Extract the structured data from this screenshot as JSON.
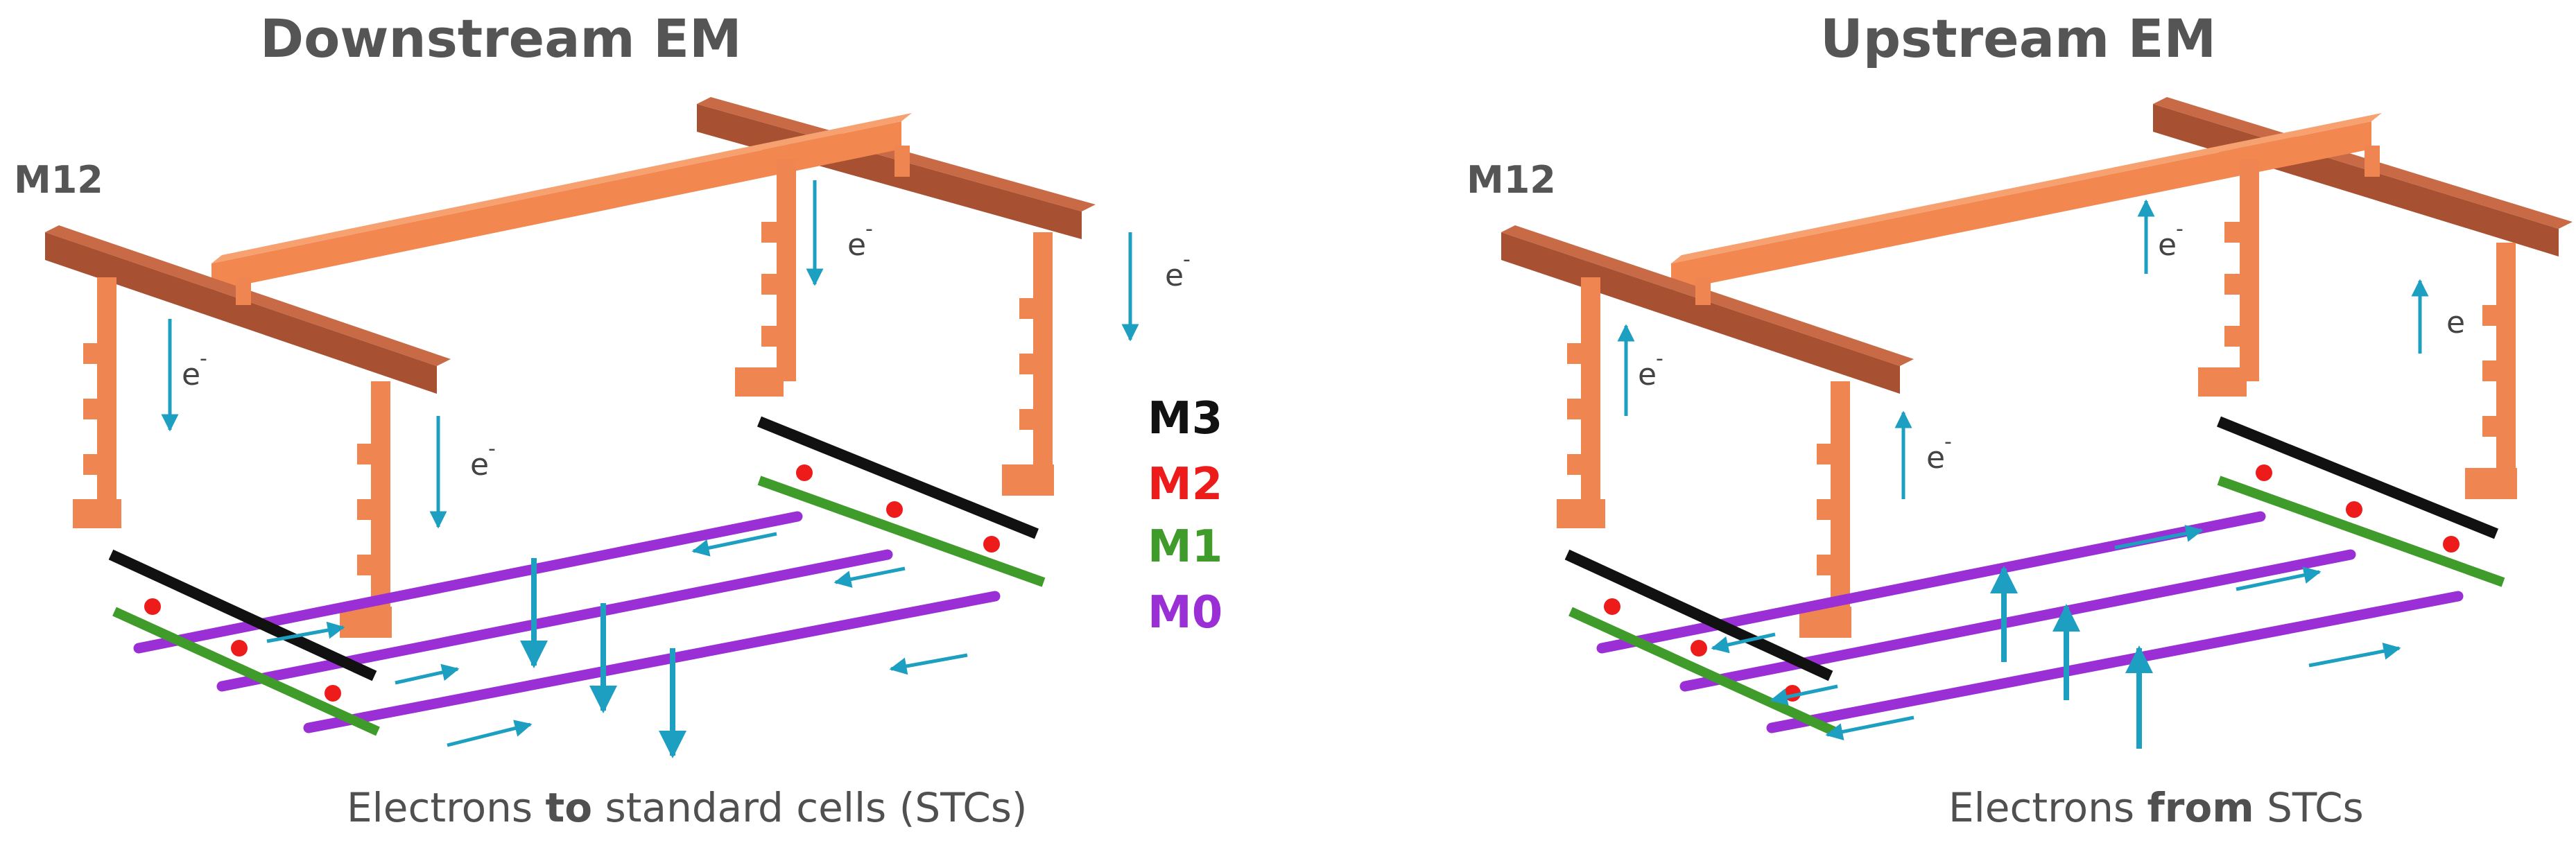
{
  "colors": {
    "m12_dark": "#a85032",
    "m12_light": "#f2884f",
    "m3": "#111111",
    "m2": "#ee1b1b",
    "m1": "#3f9b2a",
    "m0": "#9b2fd6",
    "arrow": "#1c9fc0"
  },
  "panels": [
    {
      "title": "Downstream EM",
      "m12_label": "M12",
      "electron_label": "e",
      "electron_sup": "-",
      "caption": {
        "pre": "Electrons ",
        "bold": "to",
        "post": " standard cells (STCs)"
      }
    },
    {
      "title": "Upstream EM",
      "m12_label": "M12",
      "electron_label": "e",
      "electron_sup": "-",
      "caption": {
        "pre": "Electrons ",
        "bold": "from",
        "post": " STCs"
      }
    }
  ],
  "legend": [
    {
      "label": "M3",
      "color": "#111111"
    },
    {
      "label": "M2",
      "color": "#ee1b1b"
    },
    {
      "label": "M1",
      "color": "#3f9b2a"
    },
    {
      "label": "M0",
      "color": "#9b2fd6"
    }
  ]
}
